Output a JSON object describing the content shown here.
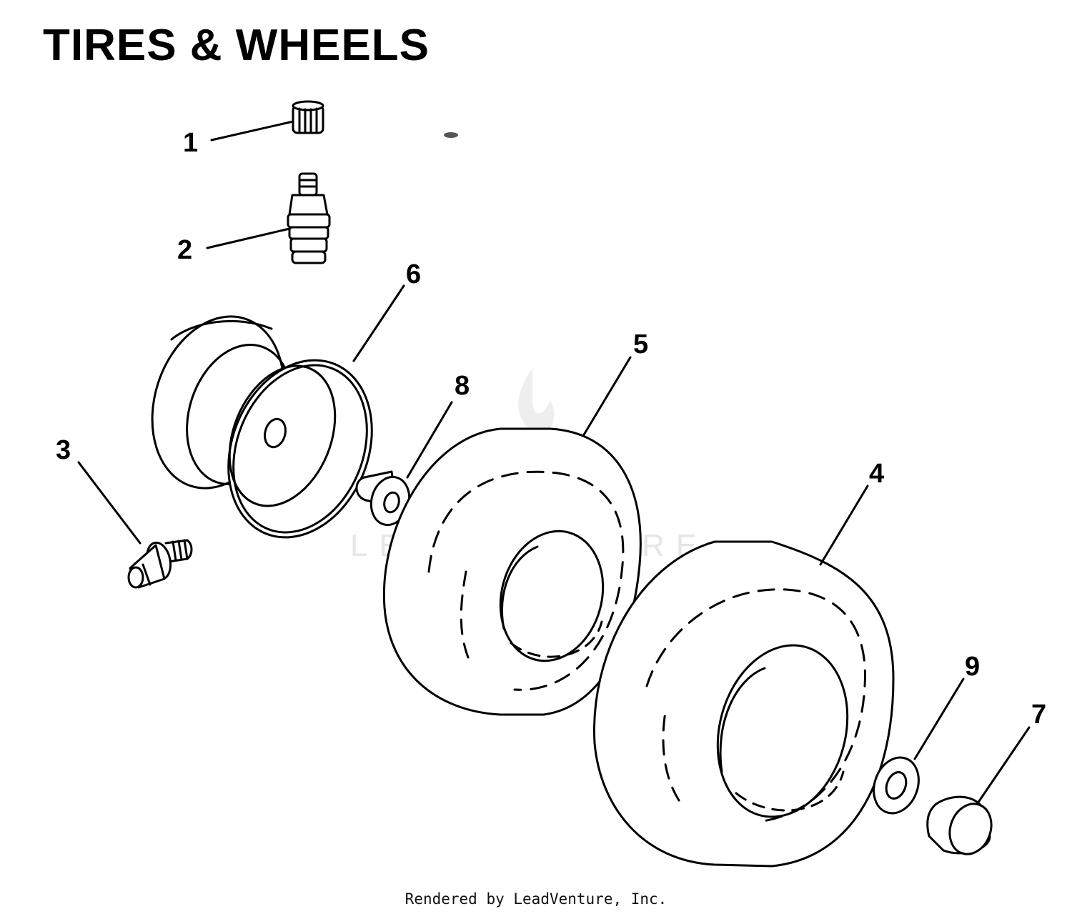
{
  "title": "TIRES & WHEELS",
  "footer": "Rendered by LeadVenture, Inc.",
  "watermark": "LEADVENTURE",
  "callouts": {
    "c1": "1",
    "c2": "2",
    "c3": "3",
    "c4": "4",
    "c5": "5",
    "c6": "6",
    "c7": "7",
    "c8": "8",
    "c9": "9"
  },
  "colors": {
    "ink": "#000000",
    "watermark": "#e6e6e6"
  }
}
